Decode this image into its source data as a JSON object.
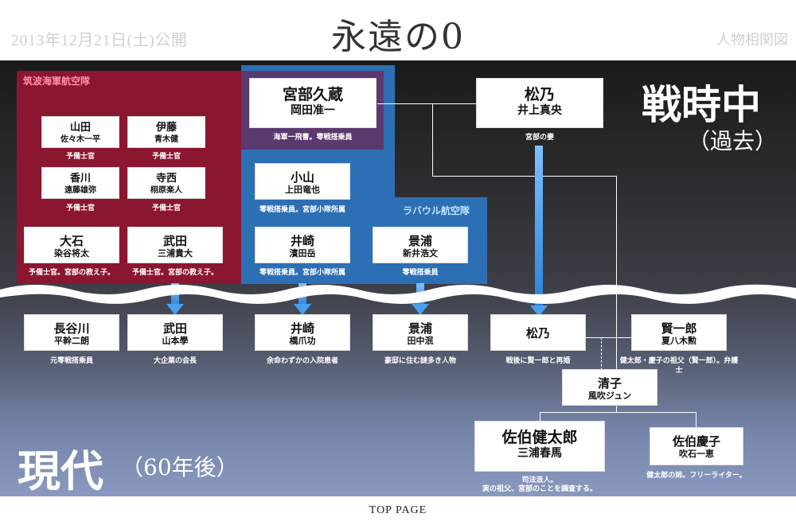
{
  "header": {
    "release": "2013年12月21日(土)公開",
    "title": "永遠の0",
    "correlation_link": "人物相関図"
  },
  "eras": {
    "past_main": "戦時中",
    "past_sub": "（過去）",
    "present_main": "現代",
    "present_sub": "（60年後）"
  },
  "groups": {
    "tsukuba": "筑波海軍航空隊",
    "rabaul": "ラバウル航空隊"
  },
  "past": {
    "miyabe": {
      "role": "宮部久蔵",
      "actor": "岡田准一",
      "note": "海軍一飛曹。零戦搭乗員"
    },
    "matsuno": {
      "role": "松乃",
      "actor": "井上真央",
      "note": "宮部の妻"
    },
    "yamada": {
      "role": "山田",
      "actor": "佐々木一平",
      "note": "予備士官"
    },
    "ito": {
      "role": "伊藤",
      "actor": "青木健",
      "note": "予備士官"
    },
    "kagawa": {
      "role": "香川",
      "actor": "遠藤雄弥",
      "note": "予備士官"
    },
    "teranishi": {
      "role": "寺西",
      "actor": "栩原楽人",
      "note": "予備士官"
    },
    "oishi": {
      "role": "大石",
      "actor": "染谷将太",
      "note": "予備士官。宮部の教え子。"
    },
    "takeda": {
      "role": "武田",
      "actor": "三浦貴大",
      "note": "予備士官。宮部の教え子。"
    },
    "koyama": {
      "role": "小山",
      "actor": "上田竜也",
      "note": "零戦搭乗員。宮部小隊所属"
    },
    "izaki": {
      "role": "井崎",
      "actor": "濱田岳",
      "note": "零戦搭乗員。宮部小隊所属"
    },
    "kageura": {
      "role": "景浦",
      "actor": "新井浩文",
      "note": "零戦搭乗員"
    }
  },
  "present": {
    "hasegawa": {
      "role": "長谷川",
      "actor": "平幹二朗",
      "note": "元零戦搭乗員"
    },
    "takeda": {
      "role": "武田",
      "actor": "山本學",
      "note": "大企業の会長"
    },
    "izaki": {
      "role": "井崎",
      "actor": "橋爪功",
      "note": "余命わずかの入院患者"
    },
    "kageura": {
      "role": "景浦",
      "actor": "田中泯",
      "note": "豪邸に住む謎多き人物"
    },
    "matsuno": {
      "role": "松乃",
      "actor": "",
      "note": "戦後に賢一郎と再婚"
    },
    "kenichiro": {
      "role": "賢一郎",
      "actor": "夏八木勲",
      "note": "健太郎・慶子の祖父（賢一郎）。弁護士"
    },
    "kiyoko": {
      "role": "清子",
      "actor": "風吹ジュン",
      "note": ""
    },
    "kentaro": {
      "role": "佐伯健太郎",
      "actor": "三浦春馬",
      "note_1": "司法浪人。",
      "note_2": "実の祖父、宮部のことを調査する。"
    },
    "keiko": {
      "role": "佐伯慶子",
      "actor": "吹石一恵",
      "note": "健太郎の姉。フリーライター。"
    }
  },
  "footer": {
    "top_page": "TOP PAGE"
  },
  "colors": {
    "tsukuba_group": "#8b1630",
    "rabaul_group": "#2d6fb4",
    "arrow": "#4aa0f0"
  }
}
